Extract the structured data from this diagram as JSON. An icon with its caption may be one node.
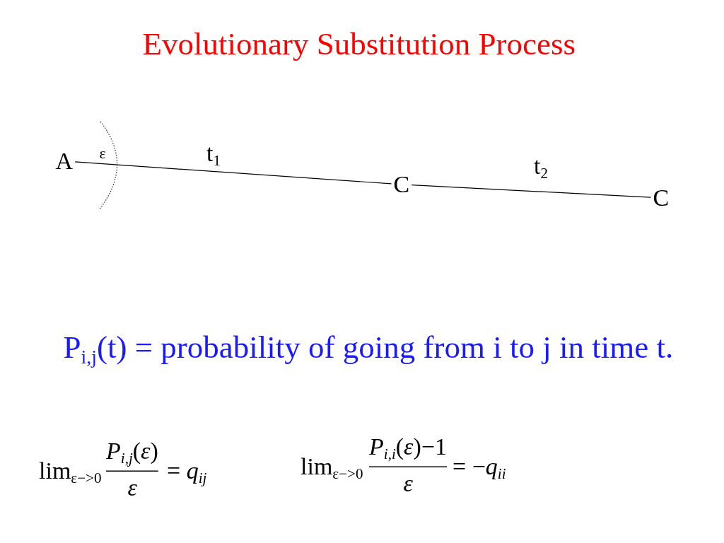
{
  "diagram": {
    "title": "Evolutionary Substitution Process",
    "nodes": [
      {
        "text": [
          "A"
        ]
      },
      {
        "text": [
          "C"
        ]
      },
      {
        "text": [
          "C"
        ]
      }
    ],
    "edges": [
      {
        "from": 0,
        "to": 1,
        "arrow": "none",
        "label": "t$_{1}$"
      },
      {
        "from": 1,
        "to": 2,
        "arrow": "none",
        "label": "t$_{2}$"
      }
    ],
    "labels": [
      "ε",
      "P$_{i,j}$(t) = probability of going from i to j in time t.",
      "lim$_{ε−>0}$",
      "*P*$_{i,j}$(*ε*)",
      "*ε*",
      "= *q*$_{ij}$",
      "lim$_{ε−>0}$",
      "*P*$_{i,i}$(*ε*)−1",
      "*ε*",
      "= −*q*$_{ii}$"
    ]
  }
}
